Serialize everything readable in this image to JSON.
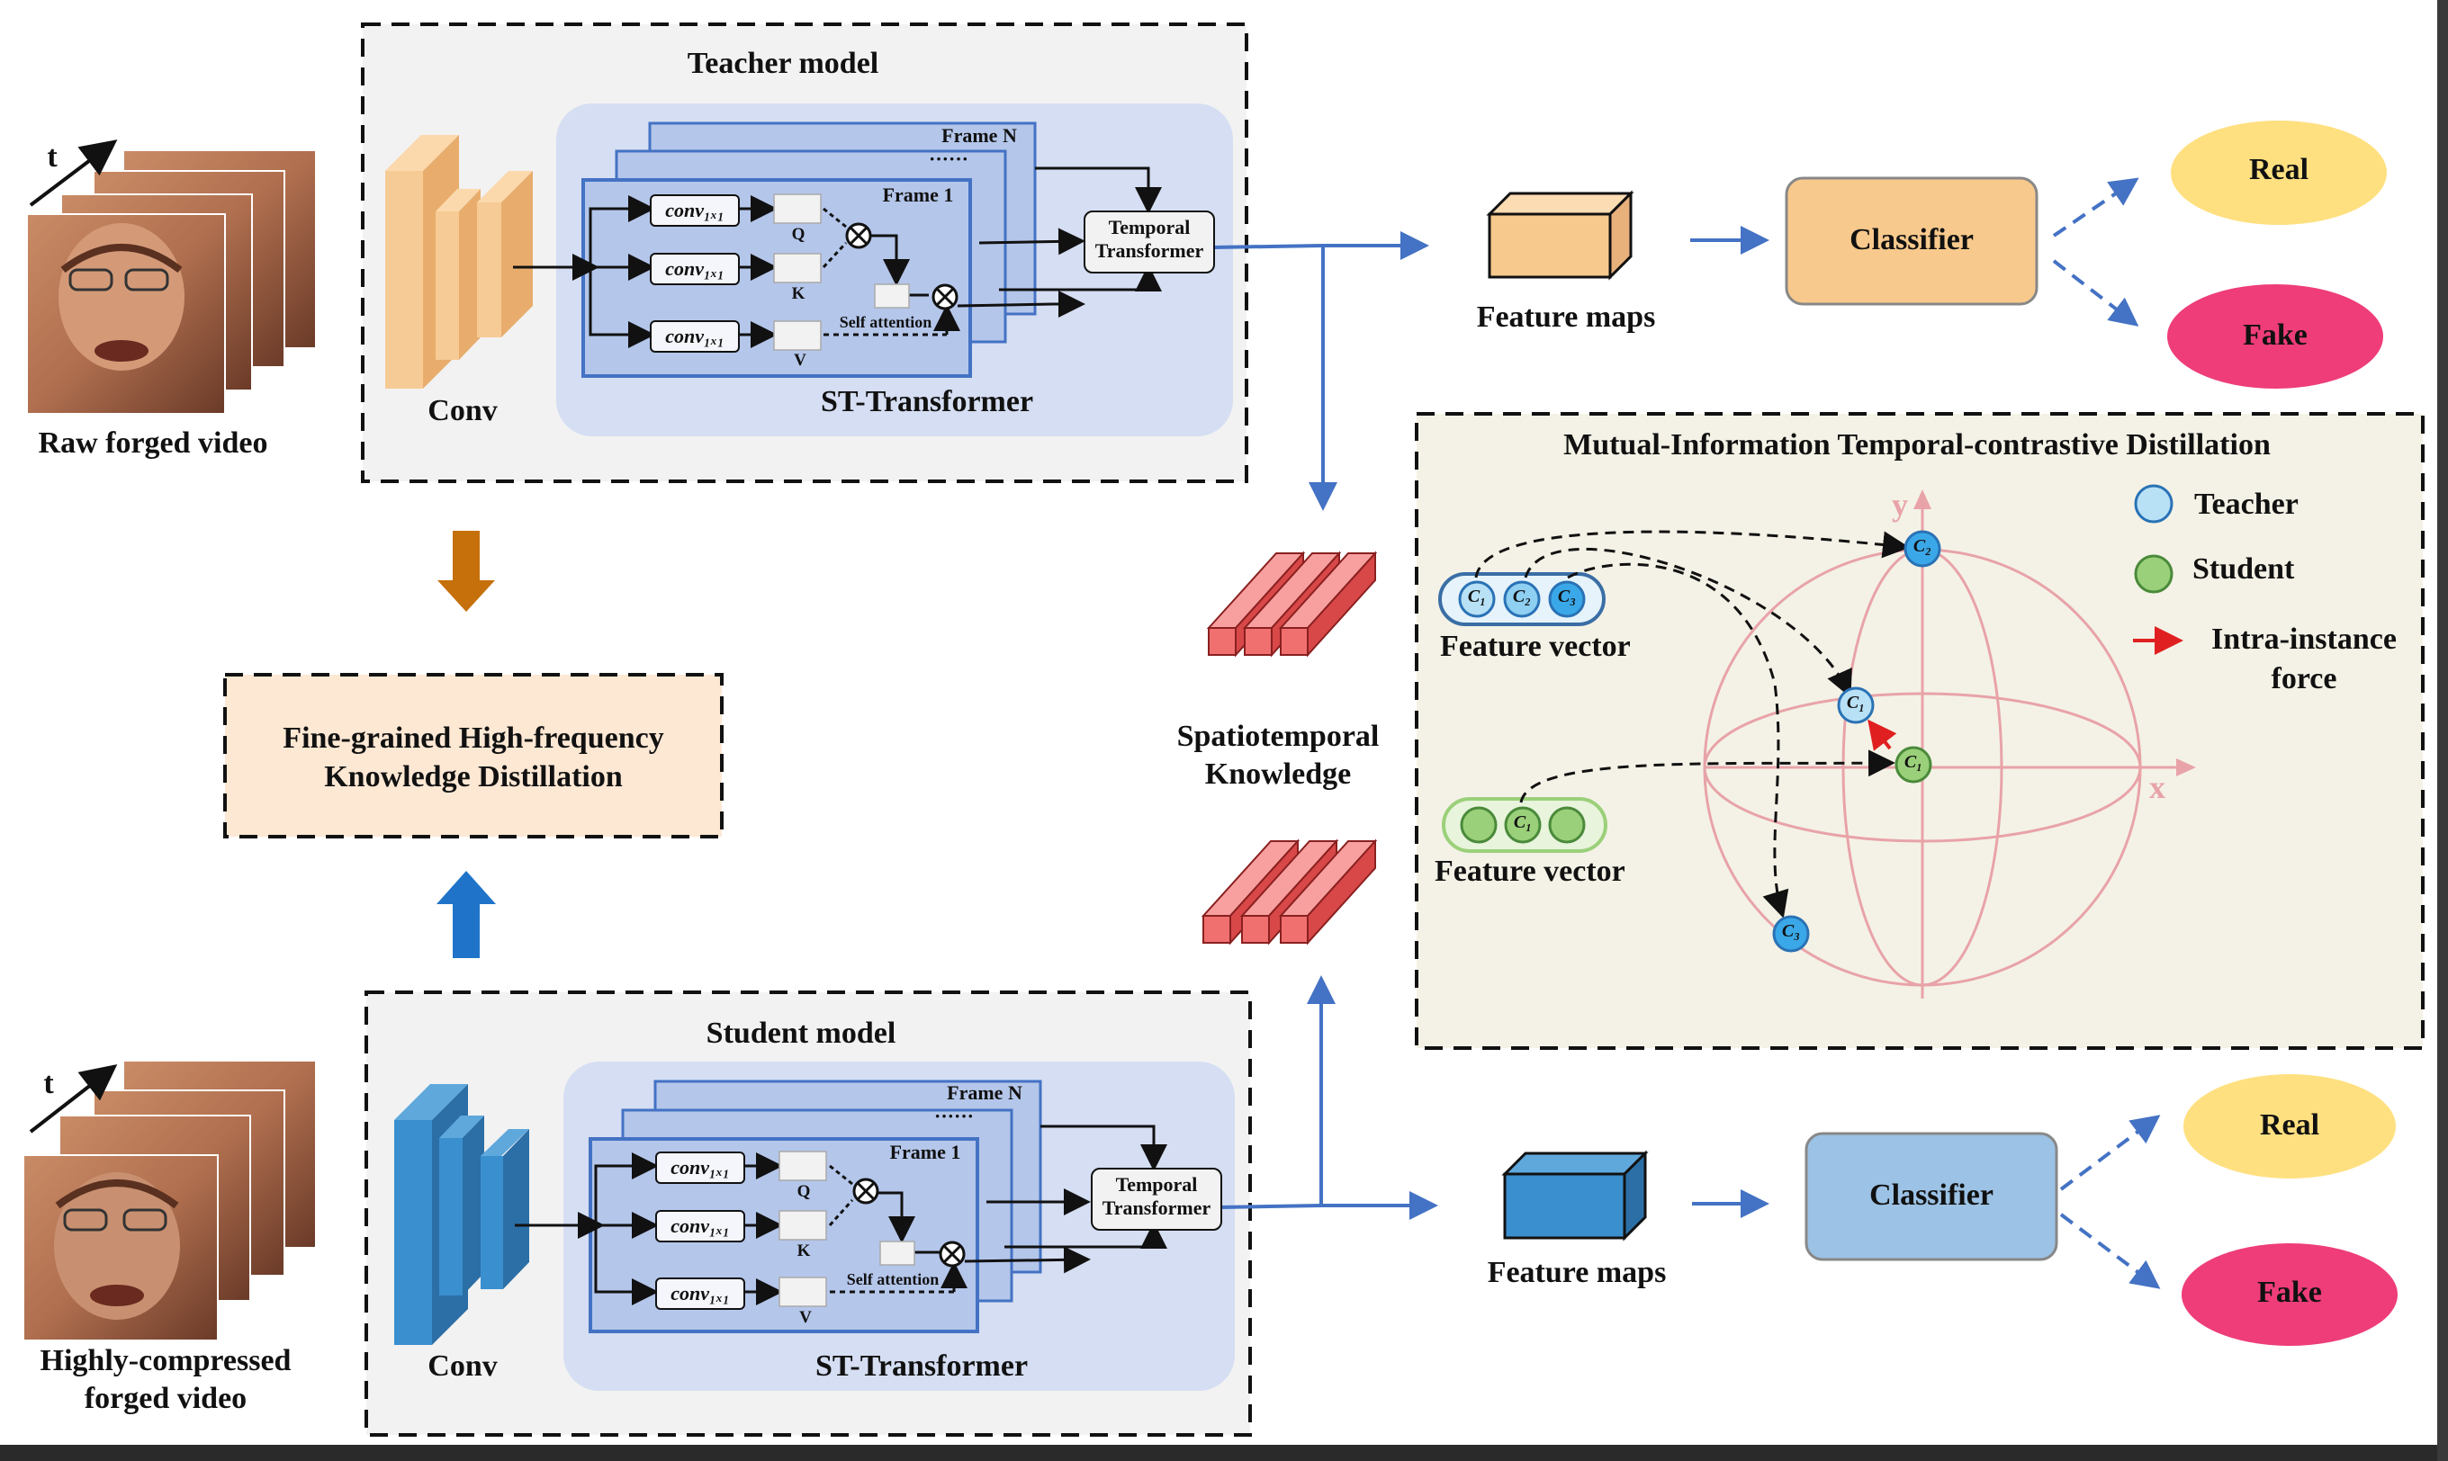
{
  "teacher": {
    "title": "Teacher model",
    "conv_label": "Conv",
    "frame_n": "Frame N",
    "frame_1": "Frame 1",
    "dots": "······",
    "conv_op": "conv₁ₓ₁",
    "q": "Q",
    "k": "K",
    "v": "V",
    "self_attention": "Self attention",
    "temporal_transformer_line1": "Temporal",
    "temporal_transformer_line2": "Transformer",
    "st_transformer": "ST-Transformer",
    "input_label": "Raw forged video",
    "time_label": "t",
    "feature_maps": "Feature maps",
    "classifier": "Classifier",
    "real": "Real",
    "fake": "Fake"
  },
  "student": {
    "title": "Student model",
    "conv_label": "Conv",
    "frame_n": "Frame N",
    "frame_1": "Frame 1",
    "dots": "······",
    "conv_op": "conv₁ₓ₁",
    "q": "Q",
    "k": "K",
    "v": "V",
    "self_attention": "Self attention",
    "temporal_transformer_line1": "Temporal",
    "temporal_transformer_line2": "Transformer",
    "st_transformer": "ST-Transformer",
    "input_label_line1": "Highly-compressed",
    "input_label_line2": "forged video",
    "time_label": "t",
    "feature_maps": "Feature maps",
    "classifier": "Classifier",
    "real": "Real",
    "fake": "Fake"
  },
  "fhkd": {
    "line1": "Fine-grained High-frequency",
    "line2": "Knowledge Distillation"
  },
  "spatiotemporal": {
    "line1": "Spatiotemporal",
    "line2": "Knowledge"
  },
  "mitd": {
    "title": "Mutual-Information Temporal-contrastive Distillation",
    "feature_vector_teacher": "Feature vector",
    "feature_vector_student": "Feature vector",
    "legend_teacher": "Teacher",
    "legend_student": "Student",
    "legend_force_line1": "Intra-instance",
    "legend_force_line2": "force",
    "axis_x": "x",
    "axis_y": "y",
    "c1": "C₁",
    "c2": "C₂",
    "c3": "C₃"
  },
  "colors": {
    "teacher_conv": "#f5c48a",
    "student_conv": "#3a8fcf",
    "st_panel": "#d5def2",
    "frame_fill": "#b4c6ea",
    "arrow_blue": "#4472c4",
    "teacher_classifier": "#f8c98c",
    "student_classifier": "#9cc2e5",
    "real": "#ffe080",
    "fake": "#ee3d78",
    "sphere": "#e8a3a8",
    "teacher_dot": "#8ecff2",
    "student_dot": "#9bd07a",
    "knowledge_bars": "#f07070",
    "mitd_bg": "#f4f2e6",
    "fhkd_bg": "#fde8d4"
  }
}
